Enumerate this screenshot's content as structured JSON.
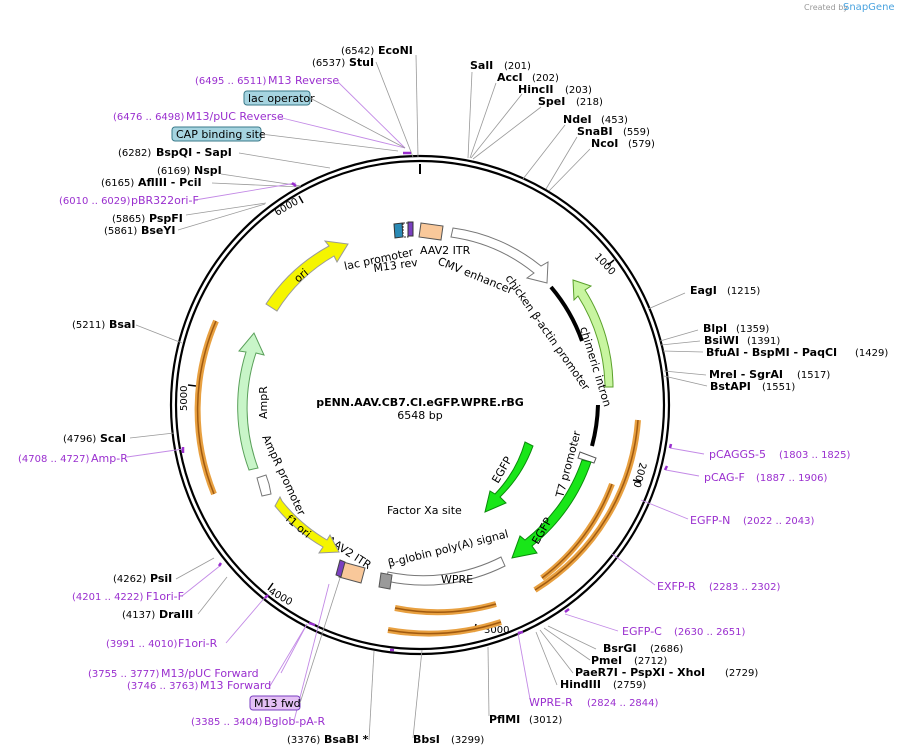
{
  "credit": {
    "text": "Created by",
    "brand": "SnapGene"
  },
  "plasmid": {
    "name": "pENN.AAV.CB7.CI.eGFP.WPRE.rBG",
    "size": "6548 bp",
    "length": 6548
  },
  "ticks": [
    "1000",
    "2000",
    "3000",
    "4000",
    "5000",
    "6000"
  ],
  "enzymes": [
    {
      "pos": "(6542)",
      "name": "EcoNI"
    },
    {
      "pos": "(6537)",
      "name": "StuI"
    },
    {
      "name": "SalI",
      "pos": "(201)"
    },
    {
      "name": "AccI",
      "pos": "(202)"
    },
    {
      "name": "HincII",
      "pos": "(203)"
    },
    {
      "name": "SpeI",
      "pos": "(218)"
    },
    {
      "name": "NdeI",
      "pos": "(453)"
    },
    {
      "name": "SnaBI",
      "pos": "(559)"
    },
    {
      "name": "NcoI",
      "pos": "(579)"
    },
    {
      "pos": "(6282)",
      "name": "BspQI  - SapI"
    },
    {
      "pos": "(6169)",
      "name": "NspI"
    },
    {
      "pos": "(6165)",
      "name": "AflIII  - PciI"
    },
    {
      "pos": "(5865)",
      "name": "PspFI"
    },
    {
      "pos": "(5861)",
      "name": "BseYI"
    },
    {
      "name": "EagI",
      "pos": "(1215)"
    },
    {
      "name": "BlpI",
      "pos": "(1359)"
    },
    {
      "name": "BsiWI",
      "pos": "(1391)"
    },
    {
      "name": "BfuAI  - BspMI  - PaqCI",
      "pos": "(1429)"
    },
    {
      "name": "MreI  - SgrAI",
      "pos": "(1517)"
    },
    {
      "name": "BstAPI",
      "pos": "(1551)"
    },
    {
      "pos": "(5211)",
      "name": "BsaI"
    },
    {
      "pos": "(4796)",
      "name": "ScaI"
    },
    {
      "pos": "(4262)",
      "name": "PsiI"
    },
    {
      "pos": "(4137)",
      "name": "DraIII"
    },
    {
      "name": "BsrGI",
      "pos": "(2686)"
    },
    {
      "name": "PmeI",
      "pos": "(2712)"
    },
    {
      "name": "PaeR7I  - PspXI  - XhoI",
      "pos": "(2729)"
    },
    {
      "name": "HindIII",
      "pos": "(2759)"
    },
    {
      "name": "PflMI",
      "pos": "(3012)"
    },
    {
      "name": "BbsI",
      "pos": "(3299)"
    },
    {
      "pos": "(3376)",
      "name": "BsaBI  *"
    }
  ],
  "primers": [
    {
      "range": "(6495 .. 6511)",
      "name": "M13 Reverse"
    },
    {
      "range": "(6476 .. 6498)",
      "name": "M13/pUC Reverse"
    },
    {
      "range": "(6010 .. 6029)",
      "name": "pBR322ori-F"
    },
    {
      "range": "(4708 .. 4727)",
      "name": "Amp-R"
    },
    {
      "range": "(4201 .. 4222)",
      "name": "F1ori-F"
    },
    {
      "range": "(3991 .. 4010)",
      "name": "F1ori-R"
    },
    {
      "range": "(3755 .. 3777)",
      "name": "M13/pUC Forward"
    },
    {
      "range": "(3746 .. 3763)",
      "name": "M13 Forward"
    },
    {
      "range": "(3385 .. 3404)",
      "name": "Bglob-pA-R"
    },
    {
      "name": "pCAGGS-5",
      "range": "(1803 .. 1825)"
    },
    {
      "name": "pCAG-F",
      "range": "(1887 .. 1906)"
    },
    {
      "name": "EGFP-N",
      "range": "(2022 .. 2043)"
    },
    {
      "name": "EXFP-R",
      "range": "(2283 .. 2302)"
    },
    {
      "name": "EGFP-C",
      "range": "(2630 .. 2651)"
    },
    {
      "name": "WPRE-R",
      "range": "(2824 .. 2844)"
    }
  ],
  "boxed": {
    "lac_operator": "lac operator",
    "cap_site": "CAP binding site",
    "m13_fwd": "M13 fwd"
  },
  "features": {
    "aav2_itr_top": "AAV2 ITR",
    "cmv_enhancer": "CMV enhancer",
    "chicken_actin": "chicken β-actin promoter",
    "chimeric_intron": "chimeric intron",
    "t7_promoter": "T7 promoter",
    "egfp_inner": "EGFP",
    "egfp_outer": "EGFP",
    "factor_xa": "Factor Xa site",
    "globin_polya": "β-globin poly(A) signal",
    "wpre": "WPRE",
    "aav2_itr_bottom": "AAV2 ITR",
    "f1_ori": "f1 ori",
    "ampr_promoter": "AmpR promoter",
    "ampr": "AmpR",
    "ori": "ori",
    "lac_promoter": "lac promoter",
    "m13_rev": "M13 rev"
  },
  "colors": {
    "primer": "#9a2fcf",
    "egfp": "#19e619",
    "ori": "#f5f500",
    "ampr": "#c8f5c8",
    "itr": "#f9c89a",
    "orange_outline": "#e8a040",
    "intron": "#c8f5a0"
  }
}
